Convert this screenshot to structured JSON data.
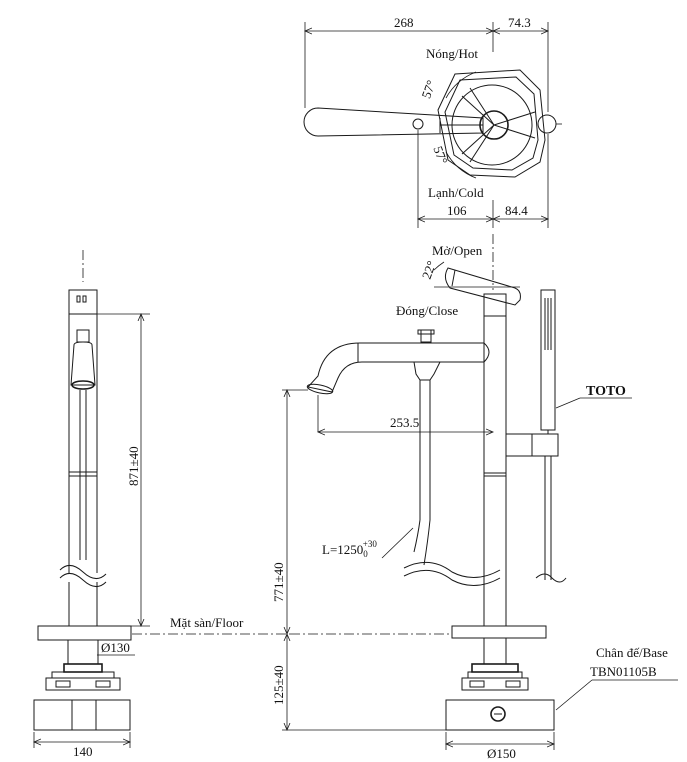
{
  "top_view": {
    "dims": {
      "overall_left": "268",
      "overall_right": "74.3",
      "bottom_left": "106",
      "bottom_right": "84.4"
    },
    "angles": {
      "hot": "57°",
      "cold": "57°"
    },
    "labels": {
      "hot": "Nóng/Hot",
      "cold": "Lạnh/Cold"
    }
  },
  "side_view": {
    "dims": {
      "height": "871±40",
      "base_diameter": "Ø130",
      "width": "140"
    }
  },
  "front_view": {
    "labels": {
      "open": "Mở/Open",
      "close": "Đóng/Close",
      "brand": "TOTO",
      "hose_prefix": "L=1250",
      "hose_sub": "0",
      "hose_sup": "+30",
      "floor": "Mặt sàn/Floor",
      "base_title": "Chân đế/Base",
      "base_code": "TBN01105B"
    },
    "dims": {
      "lever_angle": "22°",
      "spout_reach": "253.5",
      "spout_height": "771±40",
      "base_depth": "125±40",
      "base_diameter": "Ø150"
    }
  }
}
